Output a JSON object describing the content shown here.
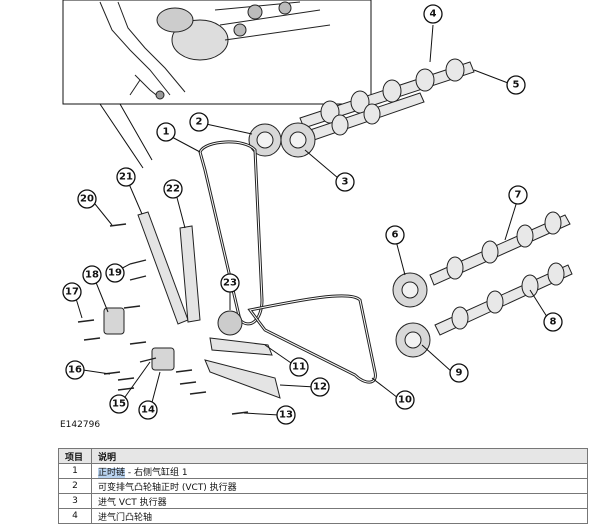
{
  "figure": {
    "code": "E142796",
    "callouts": [
      {
        "n": "1"
      },
      {
        "n": "2"
      },
      {
        "n": "3"
      },
      {
        "n": "4"
      },
      {
        "n": "5"
      },
      {
        "n": "6"
      },
      {
        "n": "7"
      },
      {
        "n": "8"
      },
      {
        "n": "9"
      },
      {
        "n": "10"
      },
      {
        "n": "11"
      },
      {
        "n": "12"
      },
      {
        "n": "13"
      },
      {
        "n": "14"
      },
      {
        "n": "15"
      },
      {
        "n": "16"
      },
      {
        "n": "17"
      },
      {
        "n": "18"
      },
      {
        "n": "19"
      },
      {
        "n": "20"
      },
      {
        "n": "21"
      },
      {
        "n": "22"
      },
      {
        "n": "23"
      }
    ]
  },
  "legend": {
    "headers": {
      "item": "项目",
      "desc": "说明"
    },
    "rows": [
      {
        "item": "1",
        "desc_highlight": "正时链",
        "desc_rest": " - 右侧气缸组 1"
      },
      {
        "item": "2",
        "desc": "可变排气凸轮轴正时 (VCT) 执行器"
      },
      {
        "item": "3",
        "desc": "进气 VCT 执行器"
      },
      {
        "item": "4",
        "desc": "进气门凸轮轴"
      }
    ]
  }
}
